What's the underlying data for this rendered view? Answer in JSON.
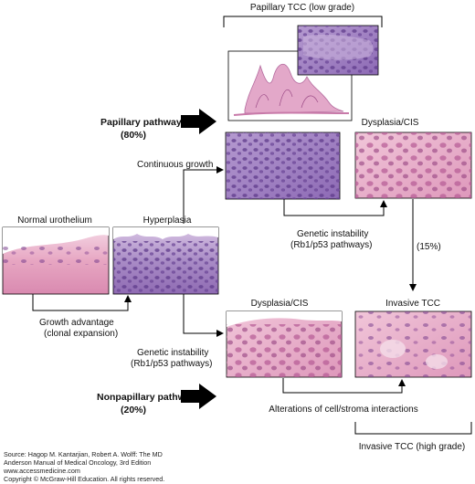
{
  "diagram": {
    "top_bracket_label": "Papillary TCC (low grade)",
    "papillary_pathway": {
      "name": "Papillary pathway",
      "percent": "(80%)"
    },
    "nonpapillary_pathway": {
      "name": "Nonpapillary pathway",
      "percent": "(20%)"
    },
    "normal_urothelium": "Normal urothelium",
    "hyperplasia": "Hyperplasia",
    "continuous_growth": "Continuous growth",
    "dysplasia_top": "Dysplasia/CIS",
    "dysplasia_bottom": "Dysplasia/CIS",
    "invasive_tcc": "Invasive TCC",
    "genetic_instability_top": {
      "line1": "Genetic instability",
      "line2": "(Rb1/p53 pathways)"
    },
    "genetic_instability_bottom": {
      "line1": "Genetic instability",
      "line2": "(Rb1/p53 pathways)"
    },
    "growth_advantage": {
      "line1": "Growth advantage",
      "line2": "(clonal expansion)"
    },
    "progression_percent": "(15%)",
    "alterations": "Alterations of cell/stroma interactions",
    "invasive_high_grade": "Invasive TCC (high grade)"
  },
  "source": {
    "line1": "Source: Hagop M. Kantarjian, Robert A. Wolff: The MD",
    "line2": "Anderson Manual of Medical Oncology, 3rd Edition",
    "line3": "www.accessmedicine.com",
    "line4": "Copyright © McGraw-Hill Education. All rights reserved."
  },
  "colors": {
    "tissue_pink": "#e9a9c4",
    "tissue_purple": "#9a73b8",
    "nucleus_dark": "#6a3f93",
    "line": "#000000"
  }
}
